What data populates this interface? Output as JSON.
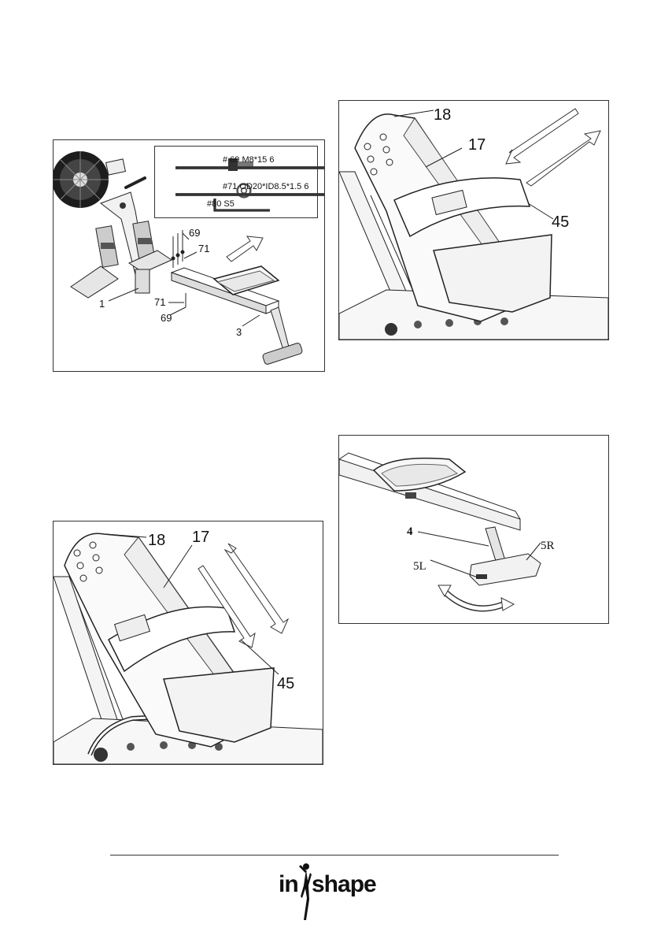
{
  "figure1": {
    "hardware": [
      {
        "icon": "bolt-icon",
        "text": "# 69 M8*15  6"
      },
      {
        "icon": "washer-icon",
        "text": "#71 OD20*ID8.5*1.5  6"
      },
      {
        "icon": "allen-key-icon",
        "text": "#80   S5"
      }
    ],
    "callouts": {
      "part1": "1",
      "part3": "3",
      "bolt_top": "69",
      "washer_top": "71",
      "washer_bottom": "71",
      "bolt_bottom": "69"
    }
  },
  "figure2": {
    "callouts": {
      "part18": "18",
      "part17": "17",
      "part45": "45"
    }
  },
  "figure3": {
    "callouts": {
      "part18": "18",
      "part17": "17",
      "part45": "45"
    }
  },
  "figure4": {
    "callouts": {
      "part4": "4",
      "part5l": "5L",
      "part5r": "5R"
    }
  },
  "footer": {
    "logo_text_left": "in",
    "logo_text_right": "shape"
  }
}
